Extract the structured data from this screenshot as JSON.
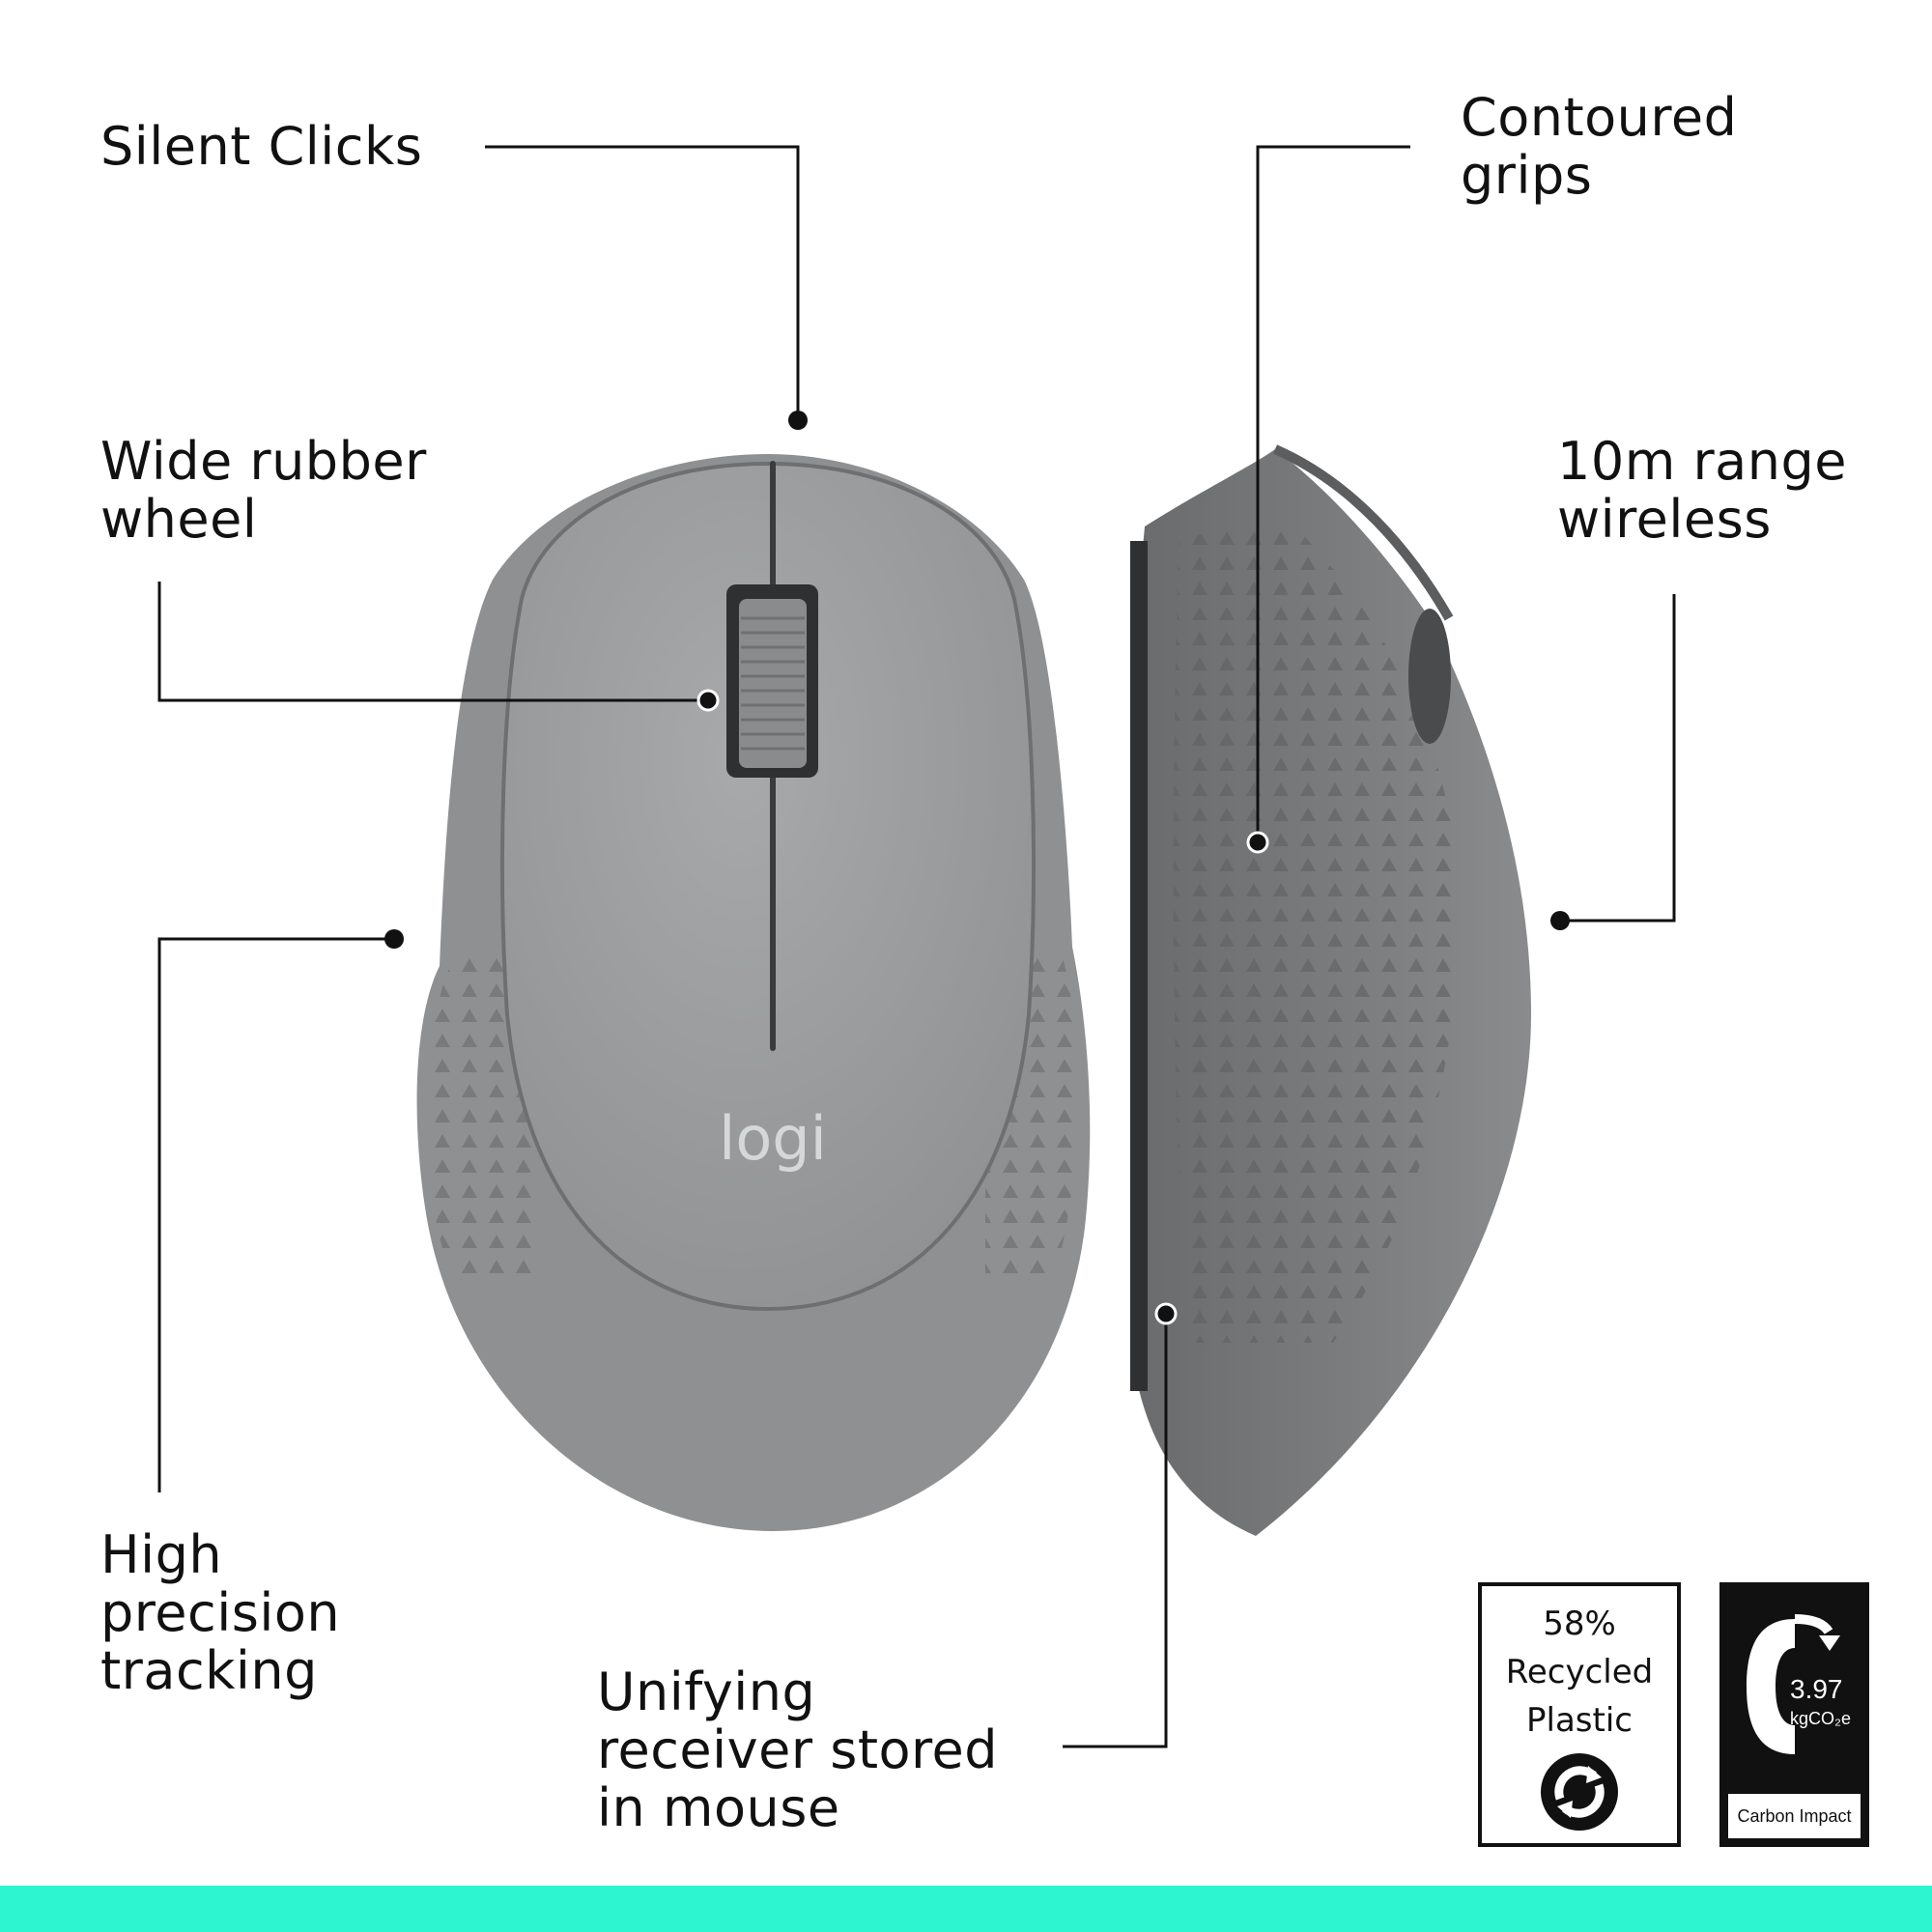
{
  "labels": {
    "silent_clicks": [
      "Silent Clicks"
    ],
    "contoured_grips": [
      "Contoured",
      "grips"
    ],
    "wide_wheel": [
      "Wide rubber",
      "wheel"
    ],
    "range": [
      "10m range",
      "wireless"
    ],
    "tracking": [
      "High",
      "precision",
      "tracking"
    ],
    "receiver": [
      "Unifying",
      "receiver stored",
      "in mouse"
    ]
  },
  "logo": "logi",
  "badges": {
    "recycled": [
      "58%",
      "Recycled",
      "Plastic"
    ],
    "recycle_icon": "recycle-arrows-icon",
    "carbon_value": "3.97",
    "carbon_unit": "kgCO₂e",
    "carbon_caption": "Carbon Impact"
  },
  "colors": {
    "mouse_body": "#8f9092",
    "mouse_top": "#9c9d9f",
    "grip": "#6f7072",
    "accent_bar": "#2cf5cf"
  }
}
